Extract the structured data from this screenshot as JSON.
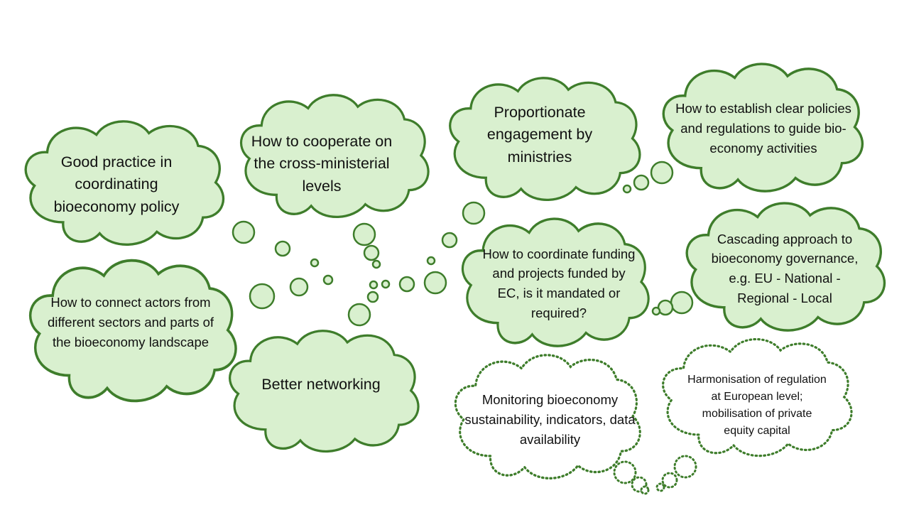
{
  "colors": {
    "cloud_fill": "#d9f0cf",
    "cloud_stroke": "#3e7d2b",
    "text": "#111111"
  },
  "clouds": [
    {
      "id": "good-practice",
      "text": "Good practice in coordinating bioeconomy policy",
      "style": "solid"
    },
    {
      "id": "cooperate",
      "text": "How to cooperate on the cross-ministerial levels",
      "style": "solid"
    },
    {
      "id": "proportionate",
      "text": "Proportionate engagement by ministries",
      "style": "solid"
    },
    {
      "id": "clear-policies",
      "text": "How to establish clear policies and regulations to guide bio-economy activities",
      "style": "solid"
    },
    {
      "id": "connect-actors",
      "text": "How to connect actors from different sectors and parts of the bioeconomy landscape",
      "style": "solid"
    },
    {
      "id": "coordinate-funding",
      "text": "How to coordinate funding and projects funded by EC, is it mandated or required?",
      "style": "solid"
    },
    {
      "id": "cascading",
      "text": "Cascading approach to bioeconomy governance, e.g. EU - National - Regional - Local",
      "style": "solid"
    },
    {
      "id": "better-networking",
      "text": "Better networking",
      "style": "solid"
    },
    {
      "id": "monitoring",
      "text": "Monitoring bioeconomy sustainability, indicators, data availability",
      "style": "dotted"
    },
    {
      "id": "harmonisation",
      "text": "Harmonisation of regulation at European level; mobilisation of private equity capital",
      "style": "dotted"
    }
  ]
}
